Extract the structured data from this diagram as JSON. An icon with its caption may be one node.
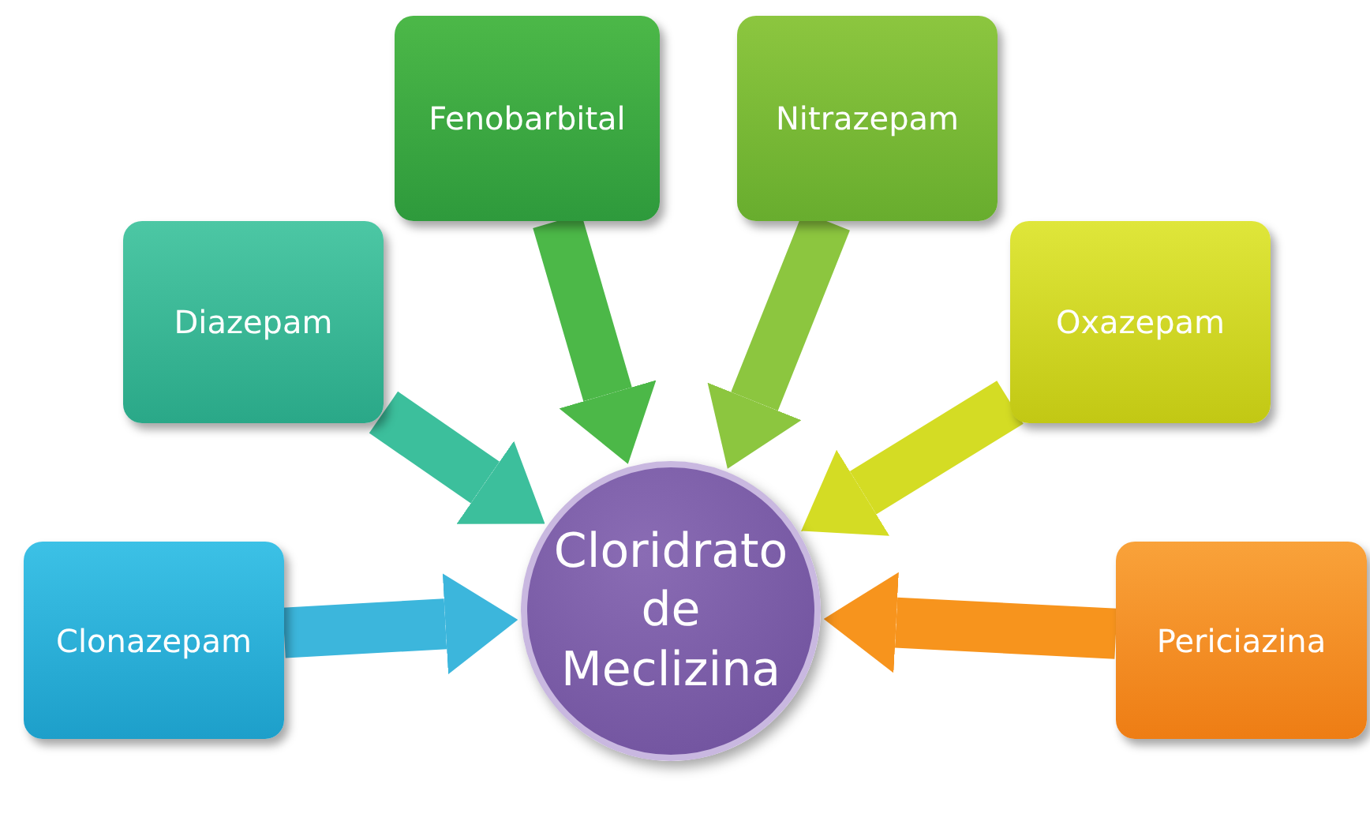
{
  "diagram": {
    "nodes": [
      {
        "text": [
          "Fenobarbital"
        ]
      },
      {
        "text": [
          "Nitrazepam"
        ]
      },
      {
        "text": [
          "Diazepam"
        ]
      },
      {
        "text": [
          "Oxazepam"
        ]
      },
      {
        "text": [
          "Clonazepam"
        ]
      },
      {
        "text": [
          "Cloridrato de Meclizina"
        ]
      },
      {
        "text": [
          "Periciazina"
        ]
      }
    ],
    "edges": [
      {
        "from": 4,
        "to": 5,
        "arrow": "to",
        "color": "#3cb6dc"
      },
      {
        "from": 2,
        "to": 5,
        "arrow": "to",
        "color": "#3cbf9c"
      },
      {
        "from": 0,
        "to": 5,
        "arrow": "to",
        "color": "#4cb848"
      },
      {
        "from": 1,
        "to": 5,
        "arrow": "to",
        "color": "#8cc63f"
      },
      {
        "from": 3,
        "to": 5,
        "arrow": "to",
        "color": "#d4dc24"
      },
      {
        "from": 6,
        "to": 5,
        "arrow": "to",
        "color": "#f7941d"
      }
    ]
  }
}
